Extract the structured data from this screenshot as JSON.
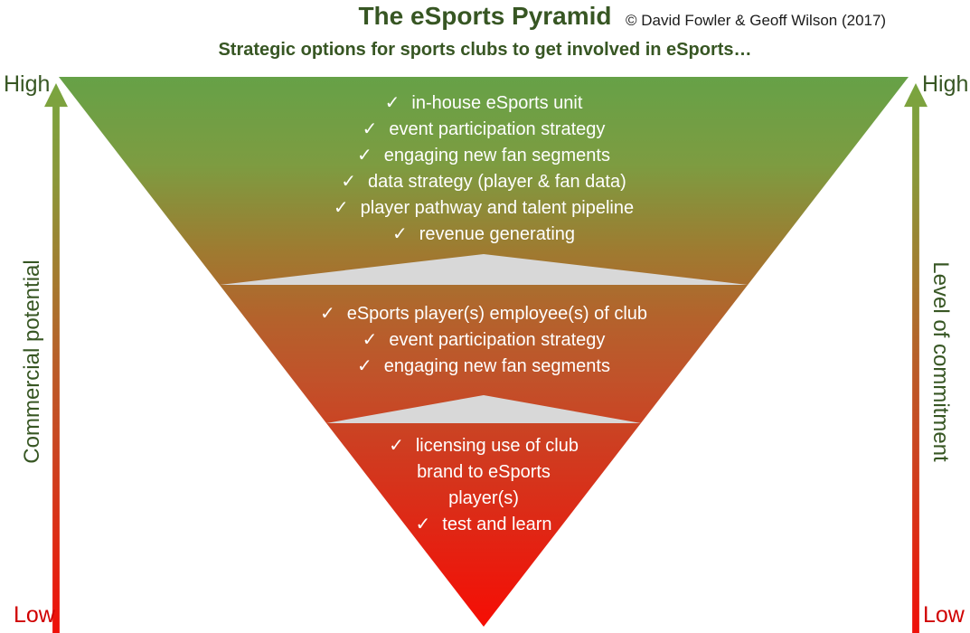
{
  "header": {
    "title": "The eSports Pyramid",
    "credit": "© David Fowler & Geoff Wilson (2017)",
    "subtitle": "Strategic options for sports clubs to get involved in eSports…"
  },
  "pyramid": {
    "check_glyph": "✓",
    "tiers": [
      {
        "level": "top",
        "items": [
          "in-house eSports unit",
          "event participation strategy",
          "engaging new fan segments",
          "data strategy (player & fan data)",
          "player pathway and talent pipeline",
          "revenue generating"
        ]
      },
      {
        "level": "middle",
        "items": [
          "eSports player(s) employee(s) of club",
          "event participation strategy",
          "engaging new fan segments"
        ]
      },
      {
        "level": "bottom",
        "items": [
          "licensing use of club\nbrand to eSports\nplayer(s)",
          "test and learn"
        ]
      }
    ]
  },
  "axes": {
    "left": {
      "label": "Commercial potential",
      "high": "High",
      "low": "Low"
    },
    "right": {
      "label": "Level of commitment",
      "high": "High",
      "low": "Low"
    }
  },
  "colors": {
    "heading_green": "#375623",
    "pyramid_top_green": "#66a147",
    "pyramid_bottom_red": "#f60d04",
    "separator_gray": "#d8d8d8",
    "low_label_red": "#d00000",
    "tier_text_white": "#ffffff"
  }
}
